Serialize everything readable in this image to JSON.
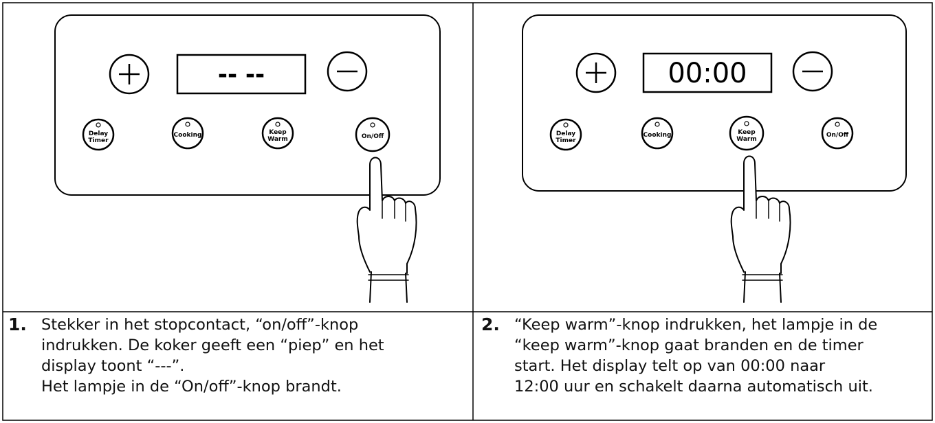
{
  "panels": [
    {
      "display_text": "-- --",
      "plus_icon": "plus-icon",
      "minus_icon": "minus-icon",
      "buttons": [
        {
          "line1": "Delay",
          "line2": "Timer"
        },
        {
          "line1": "Cooking",
          "line2": ""
        },
        {
          "line1": "Keep",
          "line2": "Warm"
        },
        {
          "line1": "On/Off",
          "line2": ""
        }
      ],
      "pressed_button": "On/Off",
      "step_number": "1.",
      "caption": "Stekker in het stopcontact, “on/off”-knop\nindrukken. De koker geeft een “piep” en het\ndisplay toont “---”.\nHet lampje in de “On/off”-knop brandt."
    },
    {
      "display_text": "00:00",
      "plus_icon": "plus-icon",
      "minus_icon": "minus-icon",
      "buttons": [
        {
          "line1": "Delay",
          "line2": "Timer"
        },
        {
          "line1": "Cooking",
          "line2": ""
        },
        {
          "line1": "Keep",
          "line2": "Warm"
        },
        {
          "line1": "On/Off",
          "line2": ""
        }
      ],
      "pressed_button": "Keep Warm",
      "step_number": "2.",
      "caption": "“Keep warm”-knop indrukken, het lampje in de\n“keep warm”-knop gaat branden en de timer\nstart. Het display telt op van 00:00 naar\n12:00 uur en schakelt daarna automatisch uit."
    }
  ],
  "icons": {
    "hand": "pointing-hand-icon",
    "indicator": "indicator-light-icon"
  }
}
